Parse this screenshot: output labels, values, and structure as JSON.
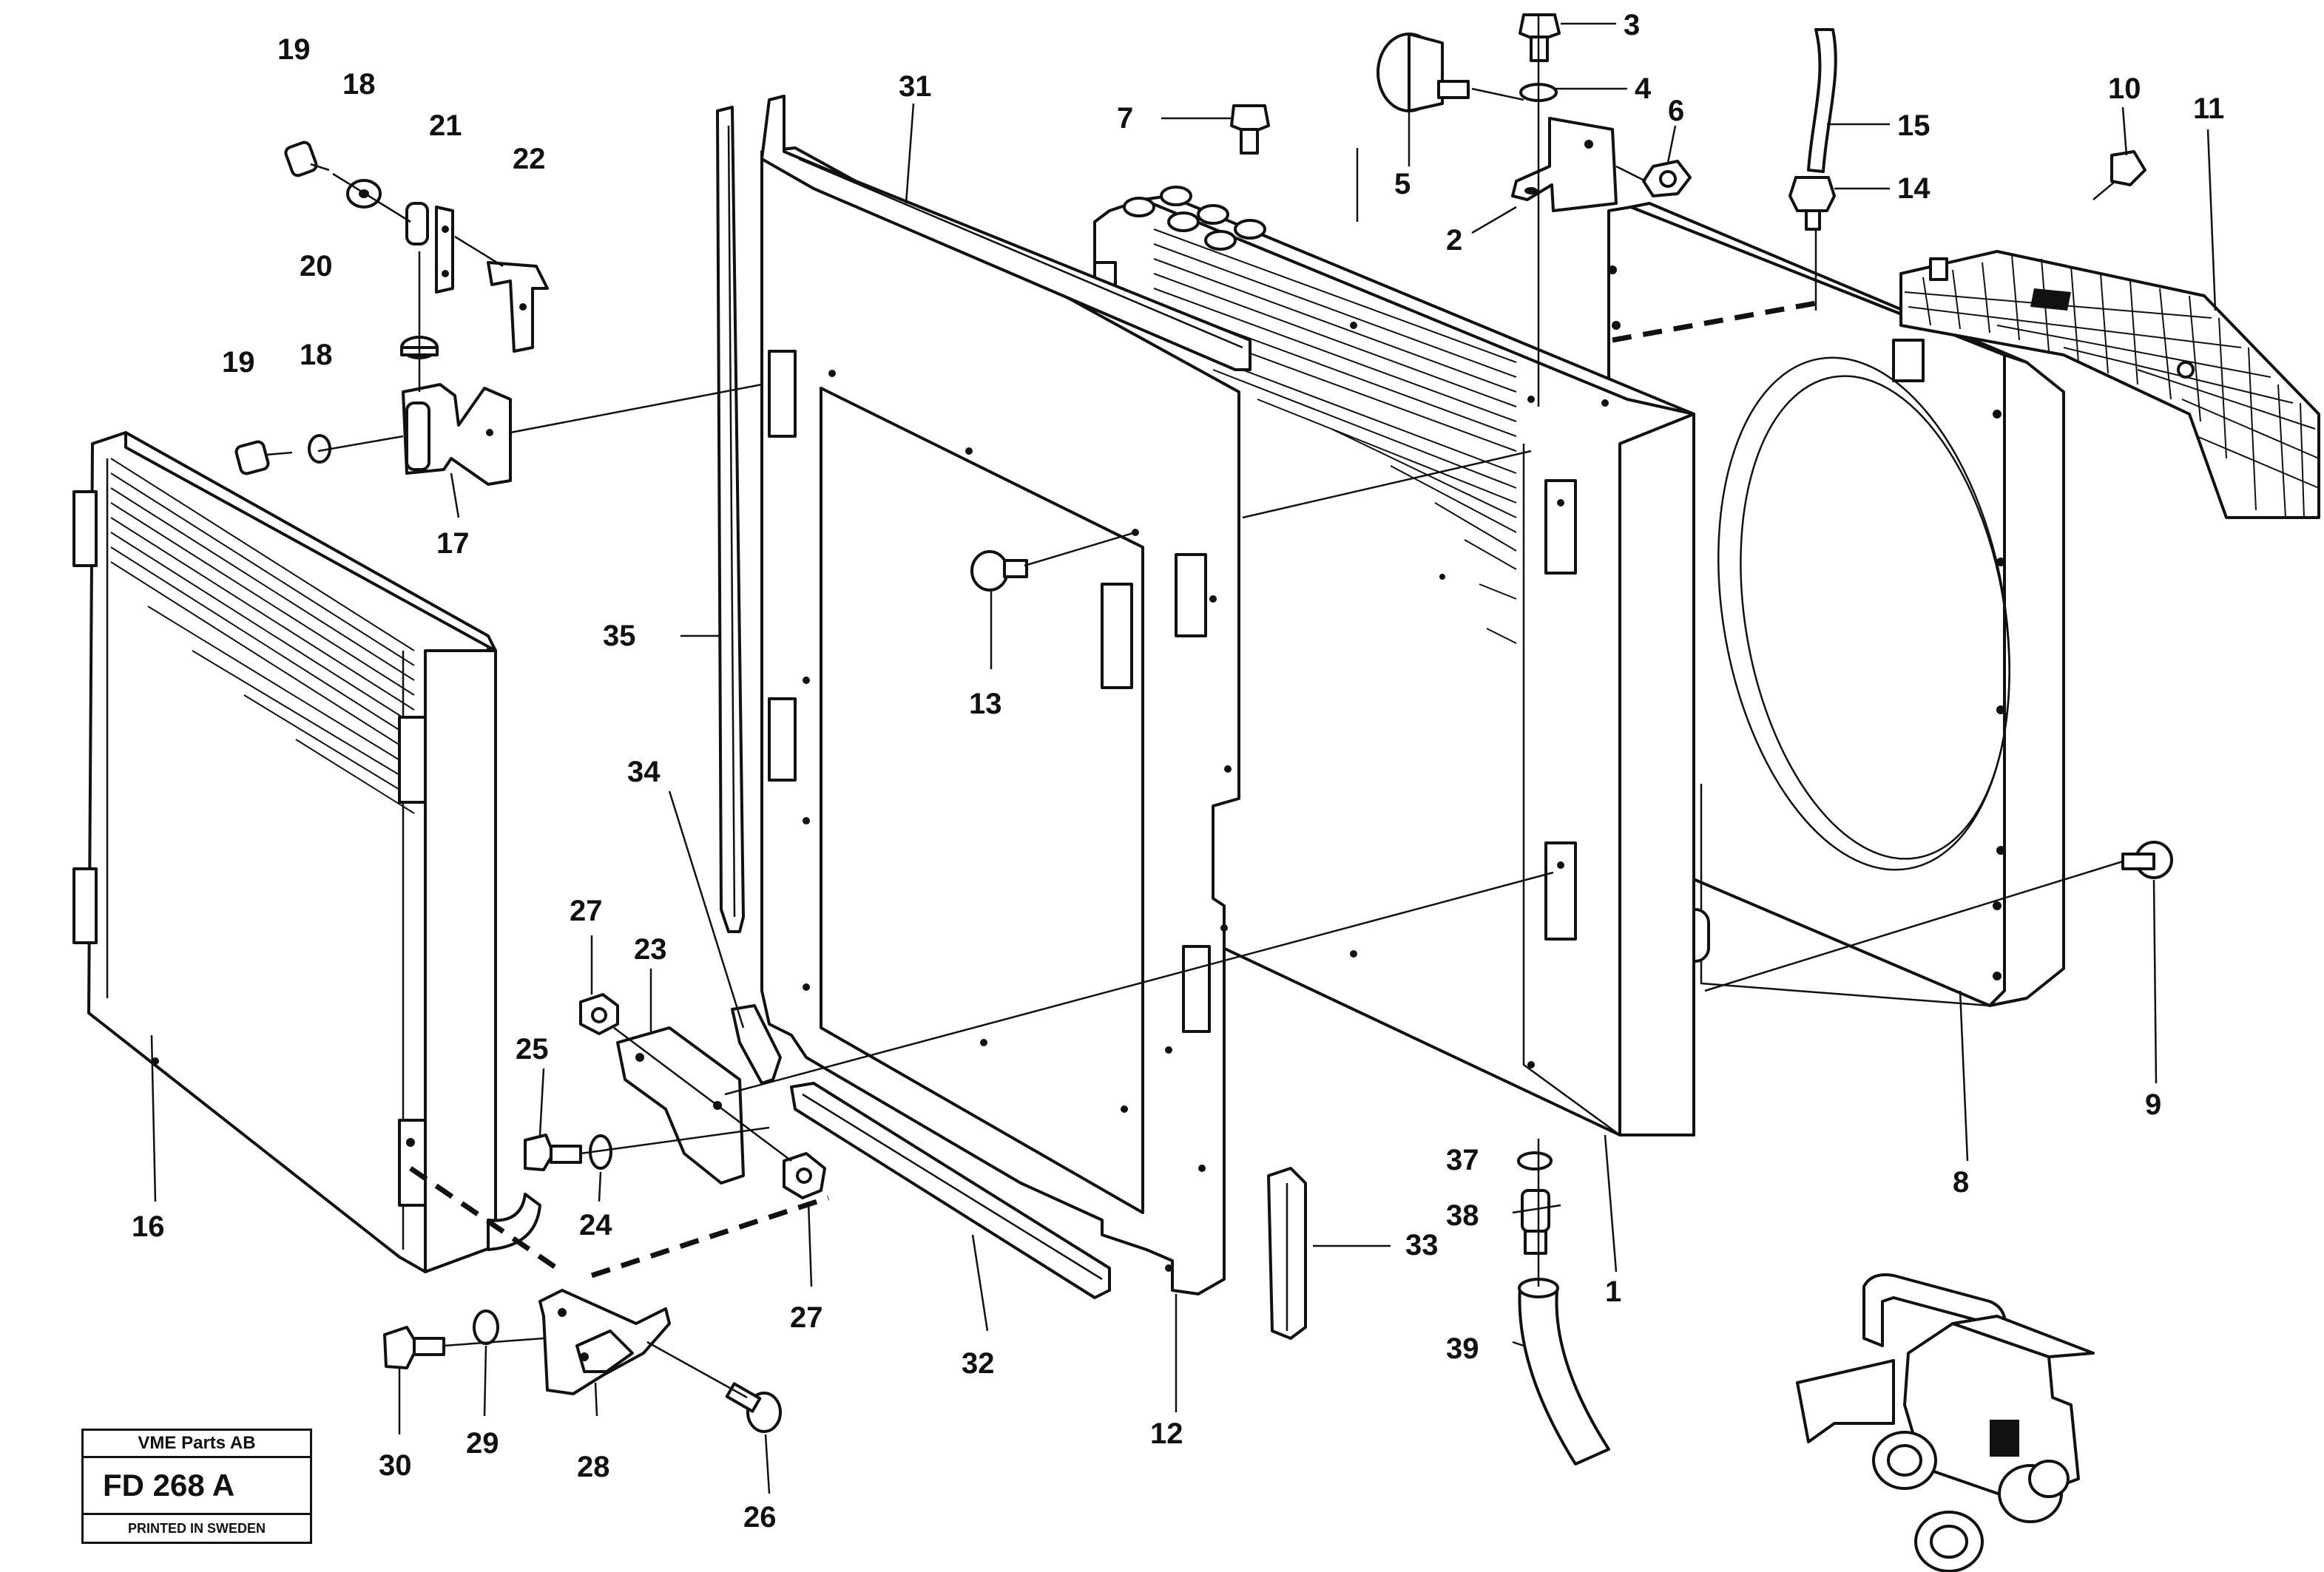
{
  "labels": [
    "1",
    "2",
    "3",
    "4",
    "5",
    "6",
    "7",
    "8",
    "9",
    "10",
    "11",
    "12",
    "13",
    "14",
    "15",
    "16",
    "17",
    "18",
    "18",
    "19",
    "19",
    "20",
    "21",
    "22",
    "23",
    "24",
    "25",
    "26",
    "27",
    "27",
    "28",
    "29",
    "30",
    "31",
    "32",
    "33",
    "34",
    "35",
    "37",
    "38",
    "39"
  ],
  "stamp": {
    "company": "VME Parts AB",
    "code": "FD 268 A",
    "printed": "PRINTED IN SWEDEN"
  }
}
